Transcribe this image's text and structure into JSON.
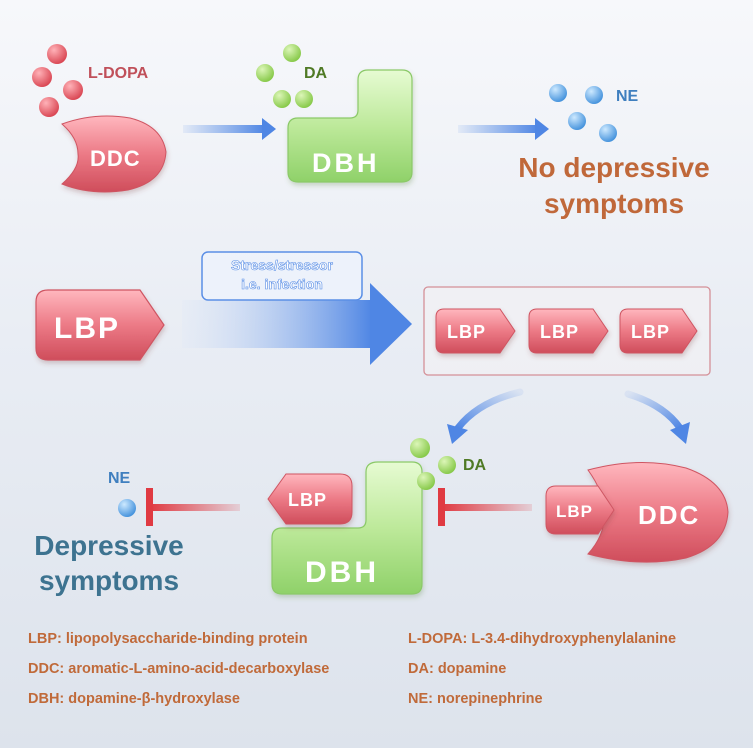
{
  "row1": {
    "ldopa_label": "L-DOPA",
    "ddc_label": "DDC",
    "da_label": "DA",
    "dbh_label": "DBH",
    "ne_label": "NE",
    "outcome_line1": "No depressive",
    "outcome_line2": "symptoms"
  },
  "row2": {
    "lbp_label": "LBP",
    "stress_line1": "Stress/stressor",
    "stress_line2": "i.e. infection",
    "lbp_group_labels": [
      "LBP",
      "LBP",
      "LBP"
    ]
  },
  "row3": {
    "ne_label": "NE",
    "outcome_line1": "Depressive",
    "outcome_line2": "symptoms",
    "lbp_on_dbh_label": "LBP",
    "dbh_label": "DBH",
    "da_label": "DA",
    "lbp_on_ddc_label": "LBP",
    "ddc_label": "DDC"
  },
  "legend": [
    {
      "key": "LBP:",
      "text": "lipopolysaccharide-binding protein"
    },
    {
      "key": "DDC:",
      "text": "aromatic-L-amino-acid-decarboxylase"
    },
    {
      "key": "DBH:",
      "text": "dopamine-β-hydroxylase"
    },
    {
      "key": "L-DOPA:",
      "text": "L-3.4-dihydroxyphenylalanine"
    },
    {
      "key": "DA:",
      "text": "dopamine"
    },
    {
      "key": "NE:",
      "text": "norepinephrine"
    }
  ],
  "colors": {
    "red_protein": "#e8747f",
    "green_dbh": "#b5e58a",
    "blue_dot": "#5aa9e6",
    "green_dot": "#8fd14f",
    "red_dot": "#e0525e",
    "arrow_blue": "#5b8fe6",
    "outcome_orange": "#c0683a",
    "outcome_teal": "#3d7390",
    "inhibit_red": "#e03a42"
  }
}
